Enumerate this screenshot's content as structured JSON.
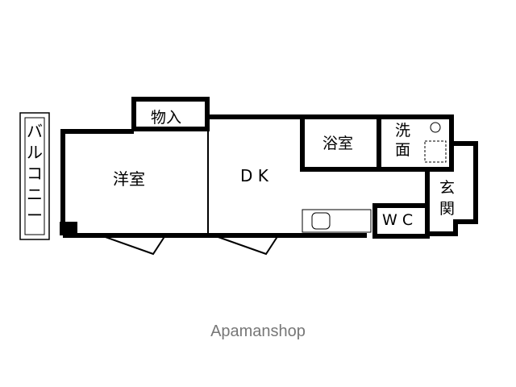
{
  "floor_plan": {
    "rooms": {
      "balcony": "バルコニー",
      "western_room": "洋室",
      "storage": "物入",
      "dk": "D K",
      "bath": "浴室",
      "washroom": "洗面",
      "entrance": "玄関",
      "wc": "W C"
    }
  },
  "watermark": "Apamanshop"
}
